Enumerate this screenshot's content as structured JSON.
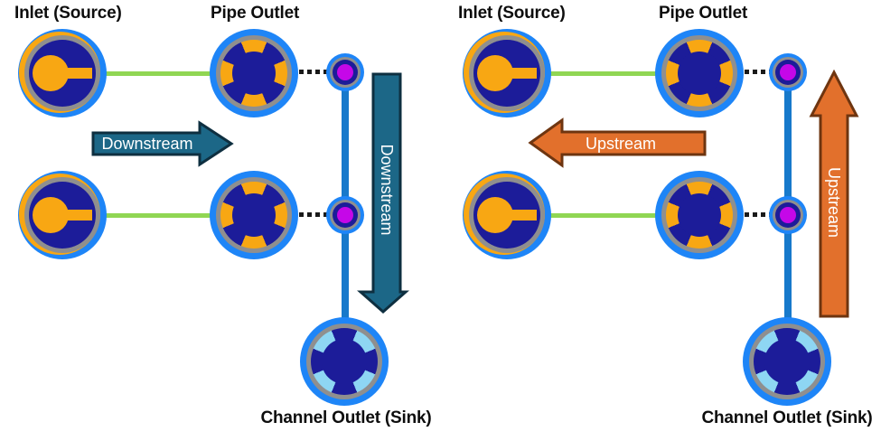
{
  "colors": {
    "bg": "#FFFFFF",
    "blue": "#1E85F7",
    "gray": "#8F8F8F",
    "navy": "#1C1C99",
    "orange": "#F8A713",
    "magenta": "#C507E8",
    "lightblue": "#8ED6F3",
    "green": "#90D653",
    "chline": "#1779CB",
    "tealfill": "#1C6787",
    "tealborder": "#0E2F40",
    "orangefill": "#E2702C",
    "orangeborder": "#6E3510",
    "dot": "#1A1A1A",
    "text": "#0D0D0D",
    "arrowtext": "#FFFFFF"
  },
  "diagrams": [
    {
      "id": "downstream-diagram",
      "labels": {
        "inlet": "Inlet (Source)",
        "pipe_outlet": "Pipe Outlet",
        "channel_outlet": "Channel Outlet (Sink)"
      },
      "arrows": {
        "horizontal_label": "Downstream",
        "horizontal_direction": "right",
        "vertical_label": "Downstream",
        "vertical_direction": "down"
      }
    },
    {
      "id": "upstream-diagram",
      "labels": {
        "inlet": "Inlet (Source)",
        "pipe_outlet": "Pipe Outlet",
        "channel_outlet": "Channel Outlet (Sink)"
      },
      "arrows": {
        "horizontal_label": "Upstream",
        "horizontal_direction": "left",
        "vertical_label": "Upstream",
        "vertical_direction": "up"
      }
    }
  ]
}
